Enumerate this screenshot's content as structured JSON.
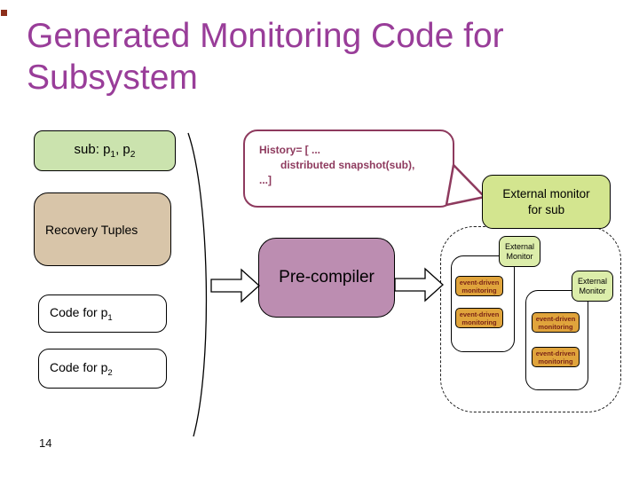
{
  "slide": {
    "title": "Generated Monitoring Code for Subsystem",
    "page_number": "14"
  },
  "boxes": {
    "sub": {
      "pre": "sub: p",
      "sub1": "1",
      "mid": ", p",
      "sub2": "2"
    },
    "recovery": {
      "label": "Recovery Tuples"
    },
    "history": {
      "line1": "History= [ ...",
      "line2": "distributed snapshot(sub),",
      "line3": "...]"
    },
    "external_monitor_sub": {
      "line1": "External monitor",
      "line2": "for sub"
    },
    "precompiler": {
      "label": "Pre-compiler"
    },
    "code_p1": {
      "pre": "Code for p",
      "sub": "1"
    },
    "code_p2": {
      "pre": "Code for p",
      "sub": "2"
    },
    "external_monitor_small": {
      "line1": "External",
      "line2": "Monitor"
    },
    "event_driven": {
      "line1": "event-driven",
      "line2": "monitoring"
    }
  },
  "colors": {
    "title_purple": "#993d99",
    "accent_square": "#8c2f1b",
    "green_light": "#cbe3ae",
    "tan": "#d8c5a9",
    "maroon": "#8e3a5e",
    "green_mid": "#d3e58f",
    "green_pale": "#dcedaa",
    "mauve": "#bc8db1",
    "orange": "#e0a43c",
    "orange_text": "#7a2416"
  }
}
